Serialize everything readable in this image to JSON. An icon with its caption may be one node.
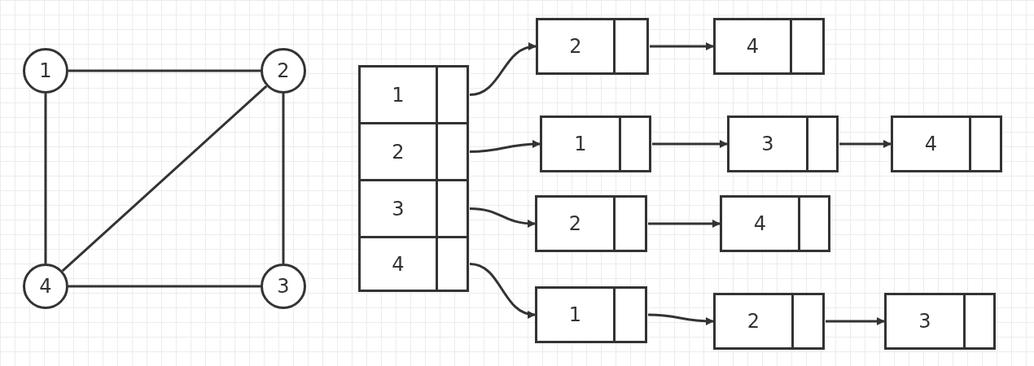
{
  "diagram": {
    "nodes": [
      {
        "text": [
          "1"
        ]
      },
      {
        "text": [
          "2"
        ]
      },
      {
        "text": [
          "4"
        ]
      },
      {
        "text": [
          "3"
        ]
      },
      {
        "text": [
          "1"
        ]
      },
      {
        "text": [
          "2"
        ]
      },
      {
        "text": [
          "3"
        ]
      },
      {
        "text": [
          "4"
        ]
      },
      {
        "text": [
          "2"
        ]
      },
      {
        "text": [
          "4"
        ]
      },
      {
        "text": [
          "1"
        ]
      },
      {
        "text": [
          "3"
        ]
      },
      {
        "text": [
          "4"
        ]
      },
      {
        "text": [
          "2"
        ]
      },
      {
        "text": [
          "4"
        ]
      },
      {
        "text": [
          "1"
        ]
      },
      {
        "text": [
          "2"
        ]
      },
      {
        "text": [
          "3"
        ]
      }
    ],
    "edges": [
      {
        "from": 0,
        "to": 1,
        "arrow": "none"
      },
      {
        "from": 0,
        "to": 2,
        "arrow": "none"
      },
      {
        "from": 1,
        "to": 2,
        "arrow": "none"
      },
      {
        "from": 1,
        "to": 3,
        "arrow": "none"
      },
      {
        "from": 2,
        "to": 3,
        "arrow": "none"
      },
      {
        "from": 4,
        "to": 8,
        "arrow": "to"
      },
      {
        "from": 8,
        "to": 9,
        "arrow": "to"
      },
      {
        "from": 5,
        "to": 10,
        "arrow": "to"
      },
      {
        "from": 10,
        "to": 11,
        "arrow": "to"
      },
      {
        "from": 11,
        "to": 12,
        "arrow": "to"
      },
      {
        "from": 6,
        "to": 13,
        "arrow": "to"
      },
      {
        "from": 13,
        "to": 14,
        "arrow": "to"
      },
      {
        "from": 7,
        "to": 15,
        "arrow": "to"
      },
      {
        "from": 15,
        "to": 16,
        "arrow": "to"
      },
      {
        "from": 16,
        "to": 17,
        "arrow": "to"
      }
    ]
  }
}
